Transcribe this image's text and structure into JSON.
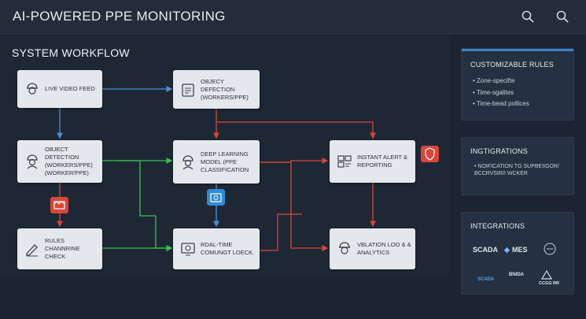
{
  "app": {
    "title": "AI-POWERED PPE MONITORING"
  },
  "header": {
    "icons": [
      "search-icon",
      "search-icon"
    ]
  },
  "workflow": {
    "title": "SYSTEM WORKFLOW",
    "nodes": {
      "live_feed": {
        "label": "LIVE VIDEO FEED",
        "icon": "worker-icon"
      },
      "object_detection_top": {
        "label": "OBJECY DEFECTION (WORKERS/PPE)",
        "icon": "clipboard-icon"
      },
      "object_detection_left": {
        "label": "OBJECT DETECTION (WORKERS/PPE) (WORKER/PPE)",
        "icon": "worker-icon"
      },
      "deep_learning": {
        "label": "DEEP LEARNING MODEL (PPE CLASSIFICATION",
        "icon": "worker-icon"
      },
      "instant_alert": {
        "label": "INSTANT ALERT & REPORTING",
        "icon": "dashboard-icon"
      },
      "rules_engine": {
        "label": "RULES CHANNRINE CHECK",
        "icon": "pen-icon"
      },
      "realtime_check": {
        "label": "RDAL-TIME COMUNGT LOECK.",
        "icon": "monitor-icon"
      },
      "violation_log": {
        "label": "VBLATION LOO & & ANALYTICS",
        "icon": "worker-icon"
      }
    },
    "colors": {
      "blue": "#4a90d9",
      "red": "#d9453a",
      "green": "#39c24e"
    }
  },
  "sidebar": {
    "rules": {
      "title": "CUSTOMIZABLE RULES",
      "items": [
        "• Zone-specifte",
        "• Time-sgalites",
        "• Time-bead pollices"
      ]
    },
    "integrations_1": {
      "title": "INGTIGRATIONS",
      "note": "• NOIFICATION TG SUPBEIIGOR/ BCCRVSIR/I WCKER"
    },
    "integrations_2": {
      "title": "INTEGRATIONS",
      "logos": [
        "SCADA",
        "MES",
        "SCADA",
        "BNIDA",
        "CCGG RR"
      ]
    }
  }
}
